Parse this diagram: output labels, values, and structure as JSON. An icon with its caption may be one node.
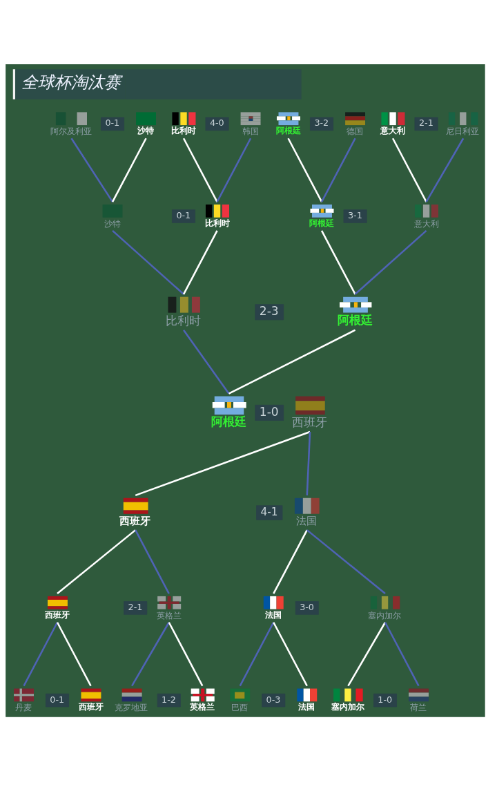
{
  "diagram": {
    "title": "全球杯淘汰赛",
    "nodes": [
      {
        "text": [
          "阿尔及利亚"
        ]
      },
      {
        "text": [
          "0-1"
        ]
      },
      {
        "text": [
          "沙特"
        ]
      },
      {
        "text": [
          "比利时"
        ]
      },
      {
        "text": [
          "4-0"
        ]
      },
      {
        "text": [
          "韩国"
        ]
      },
      {
        "text": [
          "阿根廷"
        ]
      },
      {
        "text": [
          "3-2"
        ]
      },
      {
        "text": [
          "德国"
        ]
      },
      {
        "text": [
          "意大利"
        ]
      },
      {
        "text": [
          "2-1"
        ]
      },
      {
        "text": [
          "尼日利亚"
        ]
      },
      {
        "text": [
          "沙特"
        ]
      },
      {
        "text": [
          "0-1"
        ]
      },
      {
        "text": [
          "比利时"
        ]
      },
      {
        "text": [
          "阿根廷"
        ]
      },
      {
        "text": [
          "3-1"
        ]
      },
      {
        "text": [
          "意大利"
        ]
      },
      {
        "text": [
          "比利时"
        ]
      },
      {
        "text": [
          "2-3"
        ]
      },
      {
        "text": [
          "阿根廷"
        ]
      },
      {
        "text": [
          "阿根廷"
        ]
      },
      {
        "text": [
          "1-0"
        ]
      },
      {
        "text": [
          "西班牙"
        ]
      },
      {
        "text": [
          "西班牙"
        ]
      },
      {
        "text": [
          "4-1"
        ]
      },
      {
        "text": [
          "法国"
        ]
      },
      {
        "text": [
          "西班牙"
        ]
      },
      {
        "text": [
          "2-1"
        ]
      },
      {
        "text": [
          "英格兰"
        ]
      },
      {
        "text": [
          "法国"
        ]
      },
      {
        "text": [
          "3-0"
        ]
      },
      {
        "text": [
          "塞内加尔"
        ]
      },
      {
        "text": [
          "丹麦"
        ]
      },
      {
        "text": [
          "0-1"
        ]
      },
      {
        "text": [
          "西班牙"
        ]
      },
      {
        "text": [
          "克罗地亚"
        ]
      },
      {
        "text": [
          "1-2"
        ]
      },
      {
        "text": [
          "英格兰"
        ]
      },
      {
        "text": [
          "巴西"
        ]
      },
      {
        "text": [
          "0-3"
        ]
      },
      {
        "text": [
          "法国"
        ]
      },
      {
        "text": [
          "塞内加尔"
        ]
      },
      {
        "text": [
          "1-0"
        ]
      },
      {
        "text": [
          "荷兰"
        ]
      }
    ],
    "edges": [
      {
        "from": 0,
        "to": 12,
        "arrow": "none",
        "color": "#4f63b5"
      },
      {
        "from": 2,
        "to": 12,
        "arrow": "none",
        "color": "#ffffff"
      },
      {
        "from": 3,
        "to": 14,
        "arrow": "none",
        "color": "#ffffff"
      },
      {
        "from": 5,
        "to": 14,
        "arrow": "none",
        "color": "#4f63b5"
      },
      {
        "from": 6,
        "to": 15,
        "arrow": "none",
        "color": "#ffffff"
      },
      {
        "from": 8,
        "to": 15,
        "arrow": "none",
        "color": "#4f63b5"
      },
      {
        "from": 9,
        "to": 17,
        "arrow": "none",
        "color": "#ffffff"
      },
      {
        "from": 11,
        "to": 17,
        "arrow": "none",
        "color": "#4f63b5"
      },
      {
        "from": 12,
        "to": 18,
        "arrow": "none",
        "color": "#4f63b5"
      },
      {
        "from": 14,
        "to": 18,
        "arrow": "none",
        "color": "#ffffff"
      },
      {
        "from": 15,
        "to": 20,
        "arrow": "none",
        "color": "#ffffff"
      },
      {
        "from": 17,
        "to": 20,
        "arrow": "none",
        "color": "#4f63b5"
      },
      {
        "from": 18,
        "to": 21,
        "arrow": "none",
        "color": "#4f63b5"
      },
      {
        "from": 20,
        "to": 21,
        "arrow": "none",
        "color": "#ffffff"
      },
      {
        "from": 24,
        "to": 23,
        "arrow": "none",
        "color": "#ffffff"
      },
      {
        "from": 26,
        "to": 23,
        "arrow": "none",
        "color": "#4f63b5"
      },
      {
        "from": 27,
        "to": 24,
        "arrow": "none",
        "color": "#ffffff"
      },
      {
        "from": 29,
        "to": 24,
        "arrow": "none",
        "color": "#4f63b5"
      },
      {
        "from": 30,
        "to": 26,
        "arrow": "none",
        "color": "#ffffff"
      },
      {
        "from": 32,
        "to": 26,
        "arrow": "none",
        "color": "#4f63b5"
      },
      {
        "from": 33,
        "to": 27,
        "arrow": "none",
        "color": "#4f63b5"
      },
      {
        "from": 35,
        "to": 27,
        "arrow": "none",
        "color": "#ffffff"
      },
      {
        "from": 36,
        "to": 29,
        "arrow": "none",
        "color": "#4f63b5"
      },
      {
        "from": 38,
        "to": 29,
        "arrow": "none",
        "color": "#ffffff"
      },
      {
        "from": 39,
        "to": 30,
        "arrow": "none",
        "color": "#4f63b5"
      },
      {
        "from": 41,
        "to": 30,
        "arrow": "none",
        "color": "#ffffff"
      },
      {
        "from": 42,
        "to": 32,
        "arrow": "none",
        "color": "#ffffff"
      },
      {
        "from": 44,
        "to": 32,
        "arrow": "none",
        "color": "#4f63b5"
      }
    ]
  }
}
